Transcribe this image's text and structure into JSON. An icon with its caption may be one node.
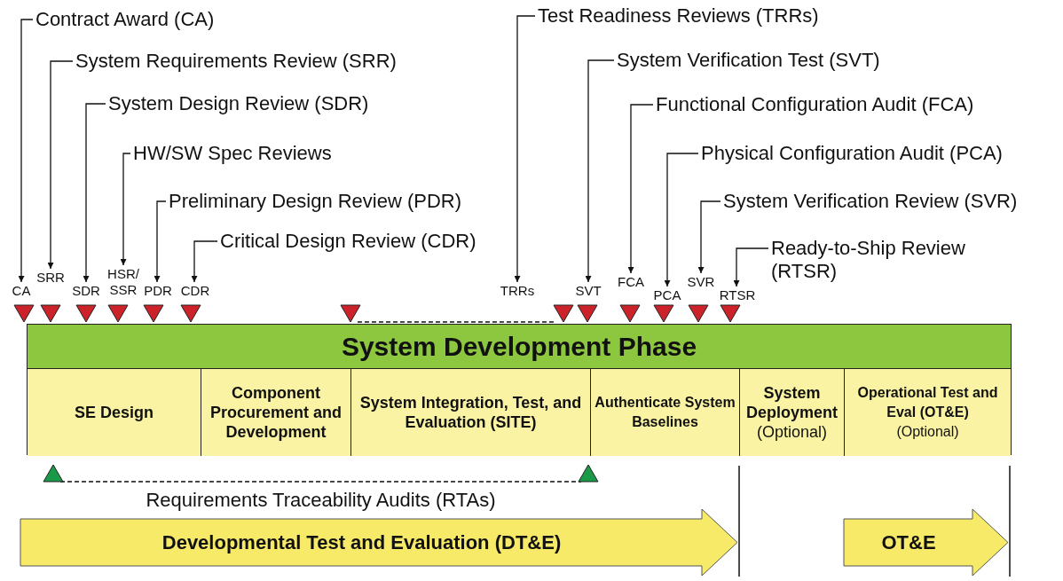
{
  "diagram": {
    "nodes": [
      {
        "text": [
          "Contract Award (CA)"
        ]
      },
      {
        "text": [
          "System Requirements Review (SRR)"
        ]
      },
      {
        "text": [
          "System Design Review (SDR)"
        ]
      },
      {
        "text": [
          "HW/SW Spec Reviews"
        ]
      },
      {
        "text": [
          "Preliminary Design Review (PDR)"
        ]
      },
      {
        "text": [
          "Critical Design Review (CDR)"
        ]
      },
      {
        "text": [
          "Test Readiness Reviews (TRRs)"
        ]
      },
      {
        "text": [
          "System Verification Test (SVT)"
        ]
      },
      {
        "text": [
          "Functional Configuration Audit (FCA)"
        ]
      },
      {
        "text": [
          "Physical Configuration Audit (PCA)"
        ]
      },
      {
        "text": [
          "System Verification Review (SVR)"
        ]
      },
      {
        "text": [
          "Ready-to-Ship Review (RTSR)"
        ]
      },
      {
        "text": [
          "CA"
        ]
      },
      {
        "text": [
          "SRR"
        ]
      },
      {
        "text": [
          "SDR"
        ]
      },
      {
        "text": [
          "HSR/ SSR"
        ]
      },
      {
        "text": [
          "PDR"
        ]
      },
      {
        "text": [
          "CDR"
        ]
      },
      {
        "text": [
          "TRRs"
        ]
      },
      {
        "text": [
          "SVT"
        ]
      },
      {
        "text": [
          "FCA"
        ]
      },
      {
        "text": [
          "PCA"
        ]
      },
      {
        "text": [
          "SVR"
        ]
      },
      {
        "text": [
          "RTSR"
        ]
      },
      {
        "text": [],
        "shape": "triangle"
      },
      {
        "text": [],
        "shape": "triangle"
      },
      {
        "text": [],
        "shape": "triangle"
      },
      {
        "text": [],
        "shape": "triangle"
      },
      {
        "text": [],
        "shape": "triangle"
      },
      {
        "text": [],
        "shape": "triangle"
      },
      {
        "text": [],
        "shape": "triangle"
      },
      {
        "text": [],
        "shape": "triangle"
      },
      {
        "text": [],
        "shape": "triangle"
      },
      {
        "text": [],
        "shape": "triangle"
      },
      {
        "text": [],
        "shape": "triangle"
      },
      {
        "text": [],
        "shape": "triangle"
      },
      {
        "text": [],
        "shape": "triangle"
      },
      {
        "text": [
          "System Development Phase"
        ]
      },
      {
        "text": [
          "SE Design"
        ],
        "in": 37
      },
      {
        "text": [
          "Component Procurement and Development"
        ],
        "in": 37
      },
      {
        "text": [
          "System Integration, Test, and Evaluation (SITE)"
        ],
        "in": 37
      },
      {
        "text": [
          "Authenticate System Baselines"
        ],
        "in": 37
      },
      {
        "text": [
          "System Deployment",
          "(Optional)"
        ],
        "in": 37
      },
      {
        "text": [
          "Operational Test and Eval (OT&E)",
          "(Optional)"
        ],
        "in": 37
      },
      {
        "text": [],
        "shape": "triangle"
      },
      {
        "text": [],
        "shape": "triangle"
      },
      {
        "text": [
          "Developmental Test and Evaluation (DT&E)"
        ]
      },
      {
        "text": [
          "OT&E"
        ]
      }
    ],
    "edges": [
      {
        "from": 0,
        "to": 12,
        "arrow": "to"
      },
      {
        "from": 1,
        "to": 13,
        "arrow": "to"
      },
      {
        "from": 2,
        "to": 14,
        "arrow": "to"
      },
      {
        "from": 3,
        "to": 15,
        "arrow": "to"
      },
      {
        "from": 4,
        "to": 16,
        "arrow": "to"
      },
      {
        "from": 5,
        "to": 17,
        "arrow": "to"
      },
      {
        "from": 6,
        "to": 18,
        "arrow": "to"
      },
      {
        "from": 7,
        "to": 19,
        "arrow": "to"
      },
      {
        "from": 8,
        "to": 20,
        "arrow": "to"
      },
      {
        "from": 9,
        "to": 21,
        "arrow": "to"
      },
      {
        "from": 10,
        "to": 22,
        "arrow": "to"
      },
      {
        "from": 11,
        "to": 23,
        "arrow": "to"
      },
      {
        "from": 30,
        "to": 31,
        "arrow": "none",
        "style": "dashed"
      },
      {
        "from": 44,
        "to": 45,
        "arrow": "none",
        "style": "dashed",
        "label": "Requirements Traceability Audits (RTAs)"
      }
    ]
  }
}
